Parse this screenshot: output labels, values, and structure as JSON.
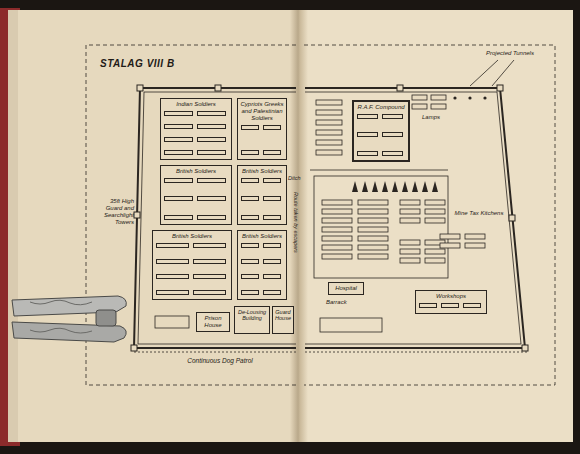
{
  "diagram": {
    "title": "STALAG VIII B",
    "nodes": [
      {
        "text": [
          "Indian Soldiers"
        ]
      },
      {
        "text": [
          "Cypriots Greeks and Palestinian Soldiers"
        ]
      },
      {
        "text": [
          "British Soldiers"
        ]
      },
      {
        "text": [
          "British Soldiers"
        ]
      },
      {
        "text": [
          "British Soldiers"
        ]
      },
      {
        "text": [
          "British Soldiers"
        ]
      },
      {
        "text": [
          "Prison House"
        ]
      },
      {
        "text": [
          "De-Lousing Building"
        ]
      },
      {
        "text": [
          "Guard House"
        ]
      },
      {
        "text": [
          "R.A.F. Compound"
        ]
      },
      {
        "text": [
          "Hospital"
        ]
      },
      {
        "text": [
          "Workshops"
        ]
      }
    ],
    "labels": [
      "35ft High Guard and Searchlight Towers",
      "Ditch",
      "Route taken by escapers",
      "Continuous Dog Patrol",
      "Projected Tunnels",
      "Lamps",
      "Mine Tax Kitchens",
      "Barrack"
    ]
  }
}
